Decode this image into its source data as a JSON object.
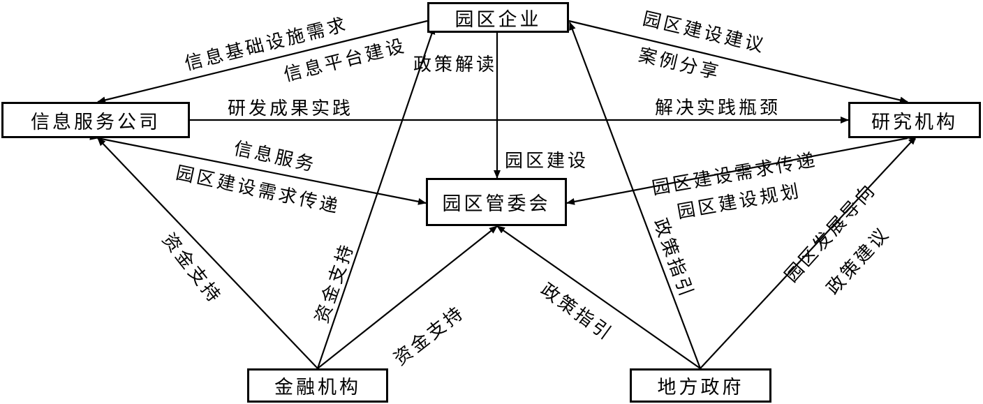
{
  "nodes": {
    "park_enterprise": "园区企业",
    "info_service": "信息服务公司",
    "research": "研究机构",
    "park_committee": "园区管委会",
    "finance": "金融机构",
    "government": "地方政府"
  },
  "labels": {
    "info_infra": "信息基础设施需求",
    "info_platform": "信息平台建设",
    "policy_reading": "政策解读",
    "park_suggestion": "园区建设建议",
    "case_share": "案例分享",
    "rd_practice": "研发成果实践",
    "solve_bottleneck": "解决实践瓶颈",
    "park_build": "园区建设",
    "info_svc": "信息服务",
    "demand_transfer_left": "园区建设需求传递",
    "demand_transfer_right": "园区建设需求传递",
    "park_planning": "园区建设规划",
    "fund_left": "资金支持",
    "fund_mid": "资金支持",
    "fund_committee": "资金支持",
    "policy_guide_committee": "政策指引",
    "policy_guide_enterprise": "政策指引",
    "dev_orientation": "园区发展导向",
    "policy_suggestion": "政策建议"
  }
}
